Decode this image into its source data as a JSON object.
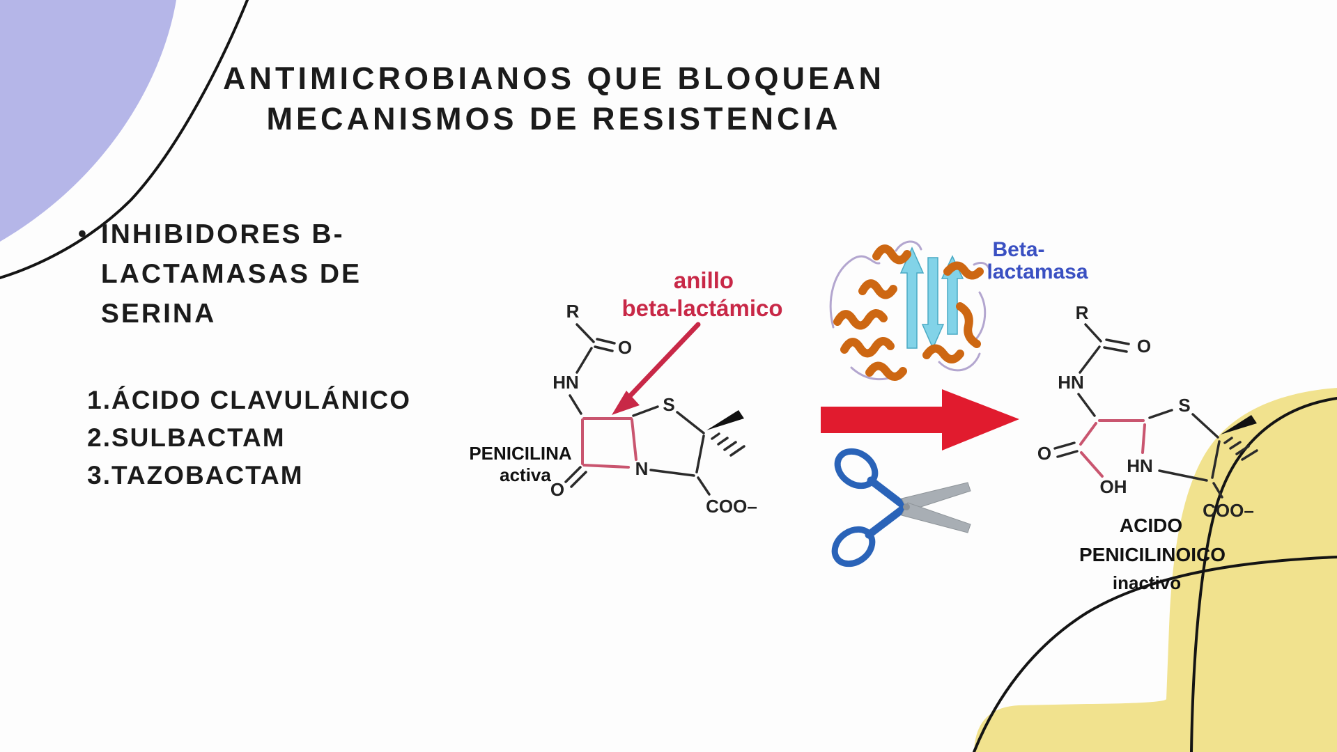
{
  "slide": {
    "title": {
      "line1": "ANTIMICROBIANOS QUE BLOQUEAN",
      "line2": "MECANISMOS DE RESISTENCIA"
    },
    "bullet": {
      "marker": "•",
      "line1": "INHIBIDORES B-",
      "line2": "LACTAMASAS DE",
      "line3": "SERINA"
    },
    "inhibitors": [
      {
        "num": "1.",
        "label": "ÁCIDO CLAVULÁNICO"
      },
      {
        "num": "2.",
        "label": "SULBACTAM"
      },
      {
        "num": "3.",
        "label": "TAZOBACTAM"
      }
    ]
  },
  "diagram": {
    "ring_label": {
      "line1": "anillo",
      "line2": "beta-lactámico"
    },
    "enzyme_label": {
      "line1": "Beta-",
      "line2": "lactamasa"
    },
    "penicillin": {
      "r": "R",
      "o_amide": "O",
      "hn": "HN",
      "n": "N",
      "s": "S",
      "o_lactam": "O",
      "coo": "COO–",
      "caption1": "PENICILINA",
      "caption2": "activa"
    },
    "penicilloic": {
      "r": "R",
      "o_amide": "O",
      "hn_amide": "HN",
      "o_acid": "O",
      "oh": "OH",
      "hn_ring": "HN",
      "s": "S",
      "coo": "COO–",
      "caption1": "ACIDO",
      "caption2": "PENICILINOICO",
      "caption3": "inactivo"
    },
    "icons": [
      "beta-lactamase-protein-ribbon",
      "reaction-arrow",
      "scissors"
    ]
  },
  "colors": {
    "background": "#fdfdfd",
    "text": "#1b1b1b",
    "corner_purple": "#b5b6e8",
    "corner_yellow": "#f1e28e",
    "label_red": "#c82847",
    "arrow_red": "#e11b2e",
    "ring_pink": "#c9556f",
    "enzyme_blue": "#3a50c2",
    "helix_orange": "#cd6712",
    "sheet_cyan": "#82d3e8",
    "loop_lavender": "#b3a6cf",
    "scissors_blue": "#2a63b8",
    "blade_gray": "#a8aeb4"
  }
}
